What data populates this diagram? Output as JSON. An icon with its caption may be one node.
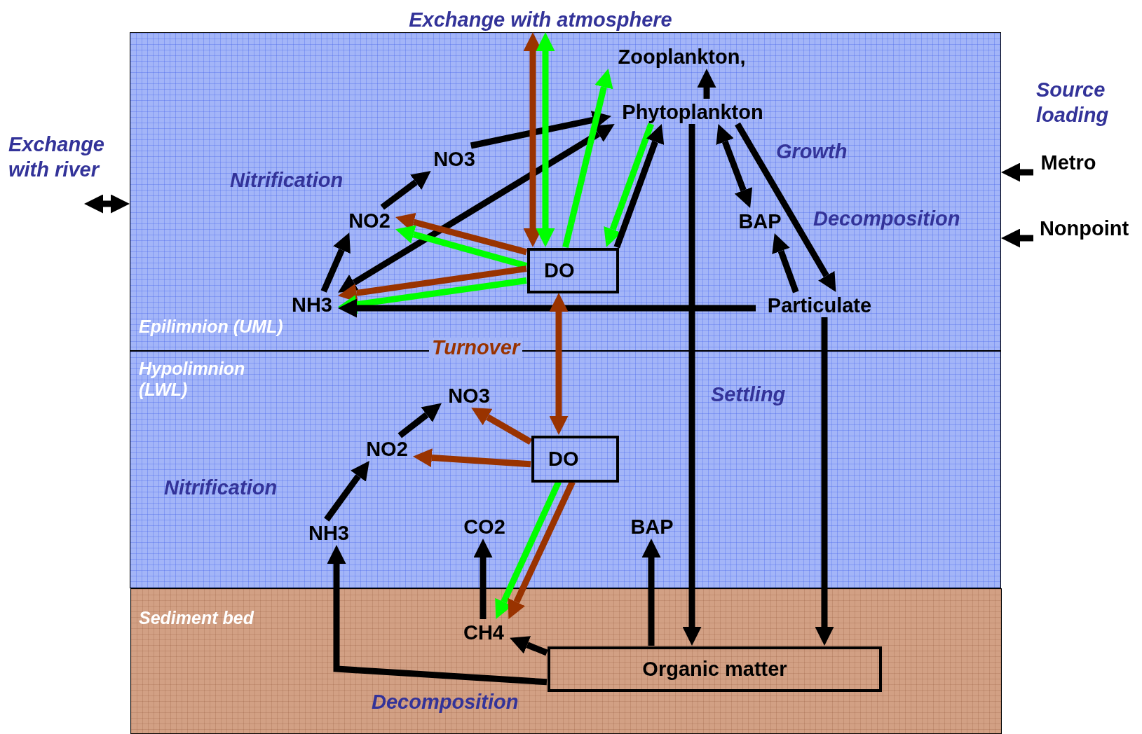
{
  "diagram": {
    "nodes": [
      {
        "text": [
          "Exchange with atmosphere"
        ]
      },
      {
        "text": [
          "Metro"
        ]
      },
      {
        "text": [
          "Nonpoint"
        ]
      },
      {
        "text": [
          "Epilimnion (UML)"
        ]
      },
      {
        "text": [
          "Zooplankton,"
        ],
        "in": 3
      },
      {
        "text": [
          "Phytoplankton"
        ],
        "in": 3
      },
      {
        "text": [
          "NO3"
        ],
        "in": 3
      },
      {
        "text": [
          "NO2"
        ],
        "in": 3
      },
      {
        "text": [
          "DO"
        ],
        "in": 3
      },
      {
        "text": [
          "BAP"
        ],
        "in": 3
      },
      {
        "text": [
          "NH3"
        ],
        "in": 3
      },
      {
        "text": [
          "Particulate"
        ],
        "in": 3
      },
      {
        "text": [
          "Hypolimnion (LWL)"
        ]
      },
      {
        "text": [
          "NO3"
        ],
        "in": 12
      },
      {
        "text": [
          "NO2"
        ],
        "in": 12
      },
      {
        "text": [
          "DO"
        ],
        "in": 12
      },
      {
        "text": [
          "NH3"
        ],
        "in": 12
      },
      {
        "text": [
          "CO2"
        ],
        "in": 12
      },
      {
        "text": [
          "BAP"
        ],
        "in": 12
      },
      {
        "text": [
          "Sediment bed"
        ]
      },
      {
        "text": [
          "CH4"
        ],
        "in": 19
      },
      {
        "text": [
          "Organic matter"
        ],
        "in": 19
      }
    ],
    "edges": [
      {
        "from": 6,
        "to": 5,
        "arrow": "to"
      },
      {
        "from": 10,
        "to": 5,
        "arrow": "both"
      },
      {
        "from": 7,
        "to": 6,
        "arrow": "to"
      },
      {
        "from": 10,
        "to": 7,
        "arrow": "to"
      },
      {
        "from": 8,
        "to": 7,
        "arrow": "to",
        "color": "#993300"
      },
      {
        "from": 8,
        "to": 7,
        "arrow": "to",
        "color": "#00ff00"
      },
      {
        "from": 8,
        "to": 10,
        "arrow": "to",
        "color": "#993300"
      },
      {
        "from": 8,
        "to": 10,
        "arrow": "to",
        "color": "#00ff00"
      },
      {
        "from": 8,
        "to": 0,
        "arrow": "both",
        "color": "#993300"
      },
      {
        "from": 8,
        "to": 0,
        "arrow": "both",
        "color": "#00ff00"
      },
      {
        "from": 8,
        "to": 4,
        "arrow": "to",
        "color": "#00ff00"
      },
      {
        "from": 5,
        "to": 8,
        "arrow": "to",
        "color": "#00ff00"
      },
      {
        "from": 8,
        "to": 5,
        "arrow": "to"
      },
      {
        "from": 5,
        "to": 4,
        "arrow": "to"
      },
      {
        "from": 5,
        "to": 9,
        "arrow": "both"
      },
      {
        "from": 5,
        "to": 11,
        "arrow": "to"
      },
      {
        "from": 11,
        "to": 9,
        "arrow": "to"
      },
      {
        "from": 11,
        "to": 10,
        "arrow": "to"
      },
      {
        "from": 5,
        "to": 21,
        "arrow": "to"
      },
      {
        "from": 11,
        "to": 21,
        "arrow": "to"
      },
      {
        "from": 8,
        "to": 15,
        "arrow": "both",
        "color": "#993300",
        "label": "Turnover"
      },
      {
        "from": 14,
        "to": 13,
        "arrow": "to"
      },
      {
        "from": 16,
        "to": 14,
        "arrow": "to"
      },
      {
        "from": 15,
        "to": 13,
        "arrow": "to",
        "color": "#993300"
      },
      {
        "from": 15,
        "to": 14,
        "arrow": "to",
        "color": "#993300"
      },
      {
        "from": 15,
        "to": 20,
        "arrow": "to",
        "color": "#00ff00"
      },
      {
        "from": 15,
        "to": 20,
        "arrow": "to",
        "color": "#993300"
      },
      {
        "from": 20,
        "to": 17,
        "arrow": "to"
      },
      {
        "from": 21,
        "to": 20,
        "arrow": "to"
      },
      {
        "from": 21,
        "to": 16,
        "arrow": "to"
      },
      {
        "from": 21,
        "to": 18,
        "arrow": "to"
      },
      {
        "from": null,
        "to": 3,
        "arrow": "both"
      },
      {
        "from": 1,
        "to": 3,
        "arrow": "to"
      },
      {
        "from": 2,
        "to": 3,
        "arrow": "to"
      }
    ],
    "labels": [
      "Source loading",
      "Growth",
      "Exchange with river",
      "Nitrification",
      "Decomposition",
      "Settling",
      "Nitrification",
      "Decomposition"
    ]
  }
}
